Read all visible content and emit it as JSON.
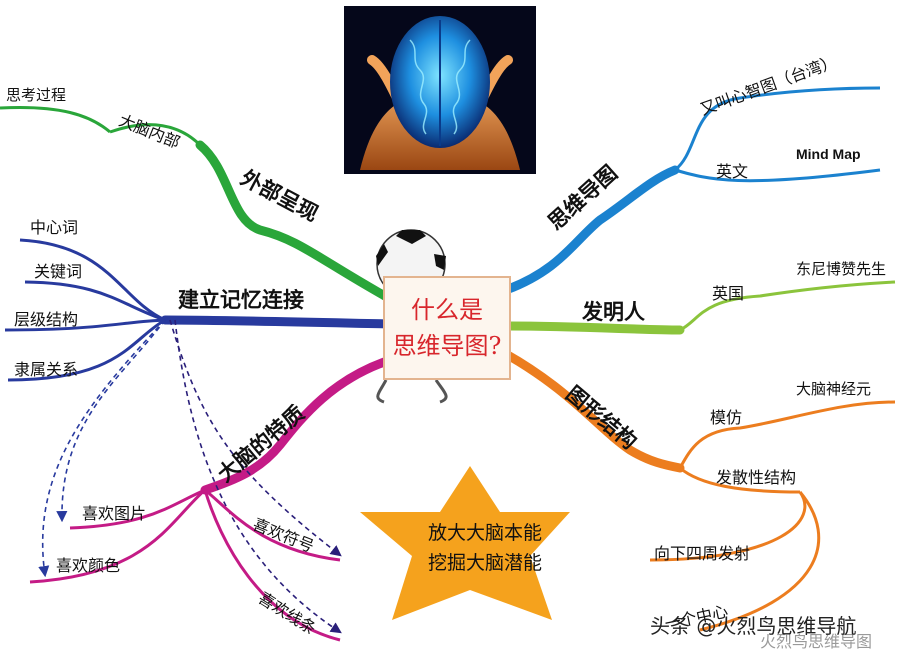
{
  "center": {
    "line1": "什么是",
    "line2": "思维导图?"
  },
  "colors": {
    "green": "#2aa63a",
    "blue": "#1b82cf",
    "navy": "#283a9e",
    "lime": "#8bc43c",
    "magenta": "#c41b86",
    "orange": "#ec7d1f",
    "star": "#f5a21d",
    "center_text": "#d8262c"
  },
  "branches": {
    "external": {
      "label": "外部呈现",
      "children": [
        "大脑内部",
        "思考过程"
      ]
    },
    "memory": {
      "label": "建立记忆连接",
      "children": [
        "中心词",
        "关键词",
        "层级结构",
        "隶属关系"
      ]
    },
    "traits": {
      "label": "大脑的特质",
      "children": [
        "喜欢图片",
        "喜欢颜色",
        "喜欢符号",
        "喜欢线条"
      ]
    },
    "mindmap": {
      "label": "思维导图",
      "children": [
        "又叫心智图（台湾）",
        "英文",
        "Mind Map"
      ]
    },
    "inventor": {
      "label": "发明人",
      "children": [
        "英国",
        "东尼博赞先生"
      ]
    },
    "structure": {
      "label": "图形结构",
      "children": [
        "模仿",
        "大脑神经元",
        "发散性结构",
        "向下四周发射",
        "一个中心"
      ]
    }
  },
  "star": {
    "line1": "放大大脑本能",
    "line2": "挖掘大脑潜能"
  },
  "watermark": {
    "text": "头条 @火烈鸟思维导航",
    "overlay": "火烈鸟思维导图"
  },
  "icons": [
    "brain-image-icon",
    "soccer-ball-icon",
    "star-shape-icon"
  ]
}
